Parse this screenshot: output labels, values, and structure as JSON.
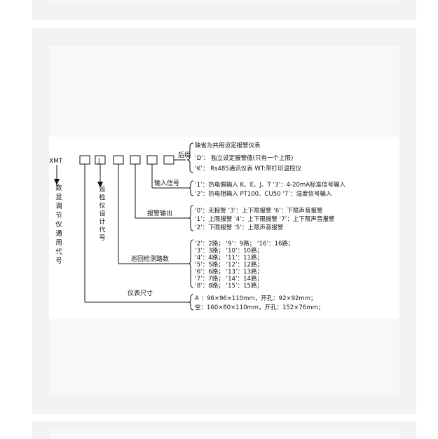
{
  "model_prefix": "XMT",
  "box_j_label": "J",
  "vertical_label_main": "数显调节仪通用代号",
  "vertical_label_patrol": "巡检仪设计代号",
  "groups": {
    "suffix": {
      "label": "后缀",
      "lines": [
        "缺省为共用设定报警仪表",
        "‘D’：  独立设定报警值(只有一个上限)",
        "‘K’：  Rs485通讯仪表   WT:带打印温控仪"
      ]
    },
    "input_signal": {
      "label": "输入信号",
      "lines": [
        "‘1’：热电偶输入 K、E、J、T     ‘3’：4-20mA标准信号输入",
        "‘2’：热电阻输入 PT100、CU50  ‘7’：湿度信号输入"
      ]
    },
    "alarm_output": {
      "label": "报警输出",
      "lines": [
        "‘0’：无报警        ‘3’：上下限报警   ‘6’：下限声音报警",
        "‘1’：上限报警    ‘4’：上下限报警   ‘7’：上下限声音报警",
        "‘2’：下限报警    ‘5’：上限声音报警"
      ]
    },
    "channels": {
      "label": "巡回检测路数",
      "lines": [
        "‘2’：2路；   ‘9’：9路；   ‘16’：16路；",
        "‘3’：3路；   ‘10’：10路；",
        "‘4’：4路；   ‘11’：11路；",
        "‘5’：5路；   ‘12’：12路；",
        "‘6’：6路；   ‘13’：13路；",
        "‘7’：7路；   ‘14’：14路；",
        "‘8’：8路；   ‘15’：15路；"
      ]
    },
    "size": {
      "label": "仪表尺寸",
      "lines": [
        "A  ：96×96×110mm，开孔：92×92mm；",
        "空：160×80×110mm，开孔：152×76mm；"
      ]
    }
  }
}
